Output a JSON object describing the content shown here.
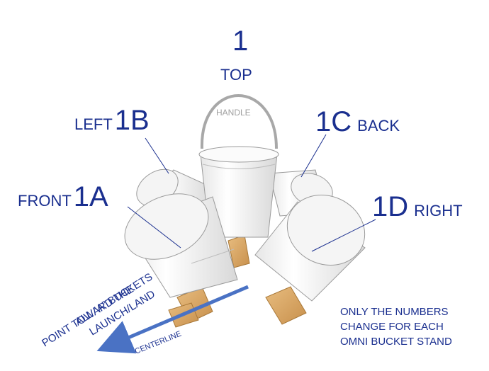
{
  "labels": {
    "top_number": "1",
    "top_word": "TOP",
    "handle": "HANDLE",
    "left_word": "LEFT",
    "left_number": "1B",
    "back_number": "1C",
    "back_word": "BACK",
    "front_word": "FRONT",
    "front_number": "1A",
    "right_number": "1D",
    "right_word": "RIGHT"
  },
  "arrow_note": {
    "line1": "ALL “A” BUCKETS",
    "line2": "POINT TOWARD THE",
    "line3": "LAUNCH/LAND"
  },
  "centerline": "CENTERLINE",
  "note": {
    "line1": "ONLY THE NUMBERS",
    "line2": "CHANGE FOR EACH",
    "line3": "OMNI BUCKET STAND"
  },
  "colors": {
    "text": "#1a2f8f",
    "arrow": "#4a72c4",
    "wood": "#d9a866",
    "bucket_outline": "#9a9a9a"
  }
}
